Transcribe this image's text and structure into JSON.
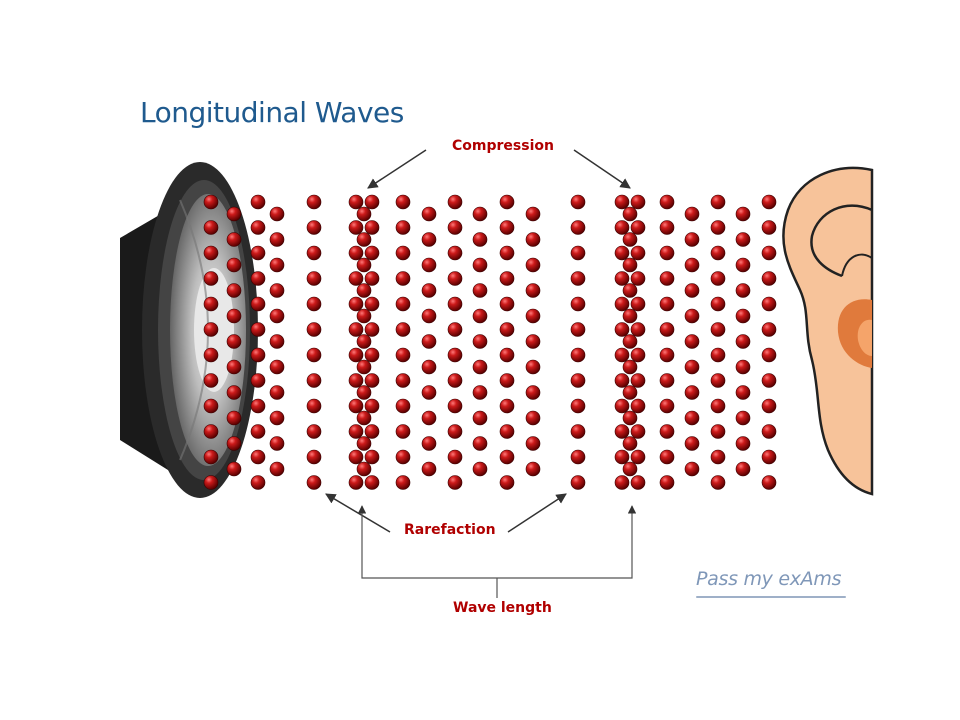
{
  "diagram": {
    "title": "Longitudinal Waves",
    "labels": {
      "compression": "Compression",
      "rarefaction": "Rarefaction",
      "wavelength": "Wave length"
    },
    "logo_text": "Pass my exAms",
    "colors": {
      "title": "#1f5a8e",
      "label": "#b00000",
      "particle": "#b5121b",
      "particle_highlight": "#ff6a6a",
      "speaker_dark": "#222222",
      "ear_skin": "#f7c39a",
      "ear_inner": "#e07a3c",
      "arrow": "#333333",
      "logo": "#7f97b8"
    }
  }
}
